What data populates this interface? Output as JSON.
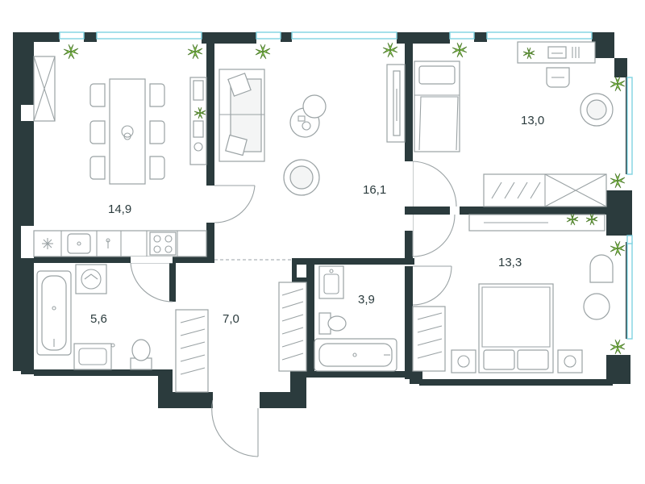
{
  "rooms": [
    {
      "id": "living-kitchen",
      "area": "14,9"
    },
    {
      "id": "living-room",
      "area": "16,1"
    },
    {
      "id": "bedroom-1",
      "area": "13,0"
    },
    {
      "id": "bedroom-2",
      "area": "13,3"
    },
    {
      "id": "bathroom",
      "area": "5,6"
    },
    {
      "id": "hallway",
      "area": "7,0"
    },
    {
      "id": "bathroom-2",
      "area": "3,9"
    }
  ],
  "colors": {
    "wall": "#2b3b3d",
    "window": "#7fd3e0",
    "plant": "#8fd14f",
    "furniture_stroke": "#9aa2a4"
  },
  "icons": [
    "plant-icon",
    "stove-icon",
    "sink-icon",
    "bathtub-icon",
    "toilet-icon",
    "bed-icon",
    "chair-icon",
    "sofa-icon",
    "wardrobe-icon",
    "door-icon"
  ]
}
